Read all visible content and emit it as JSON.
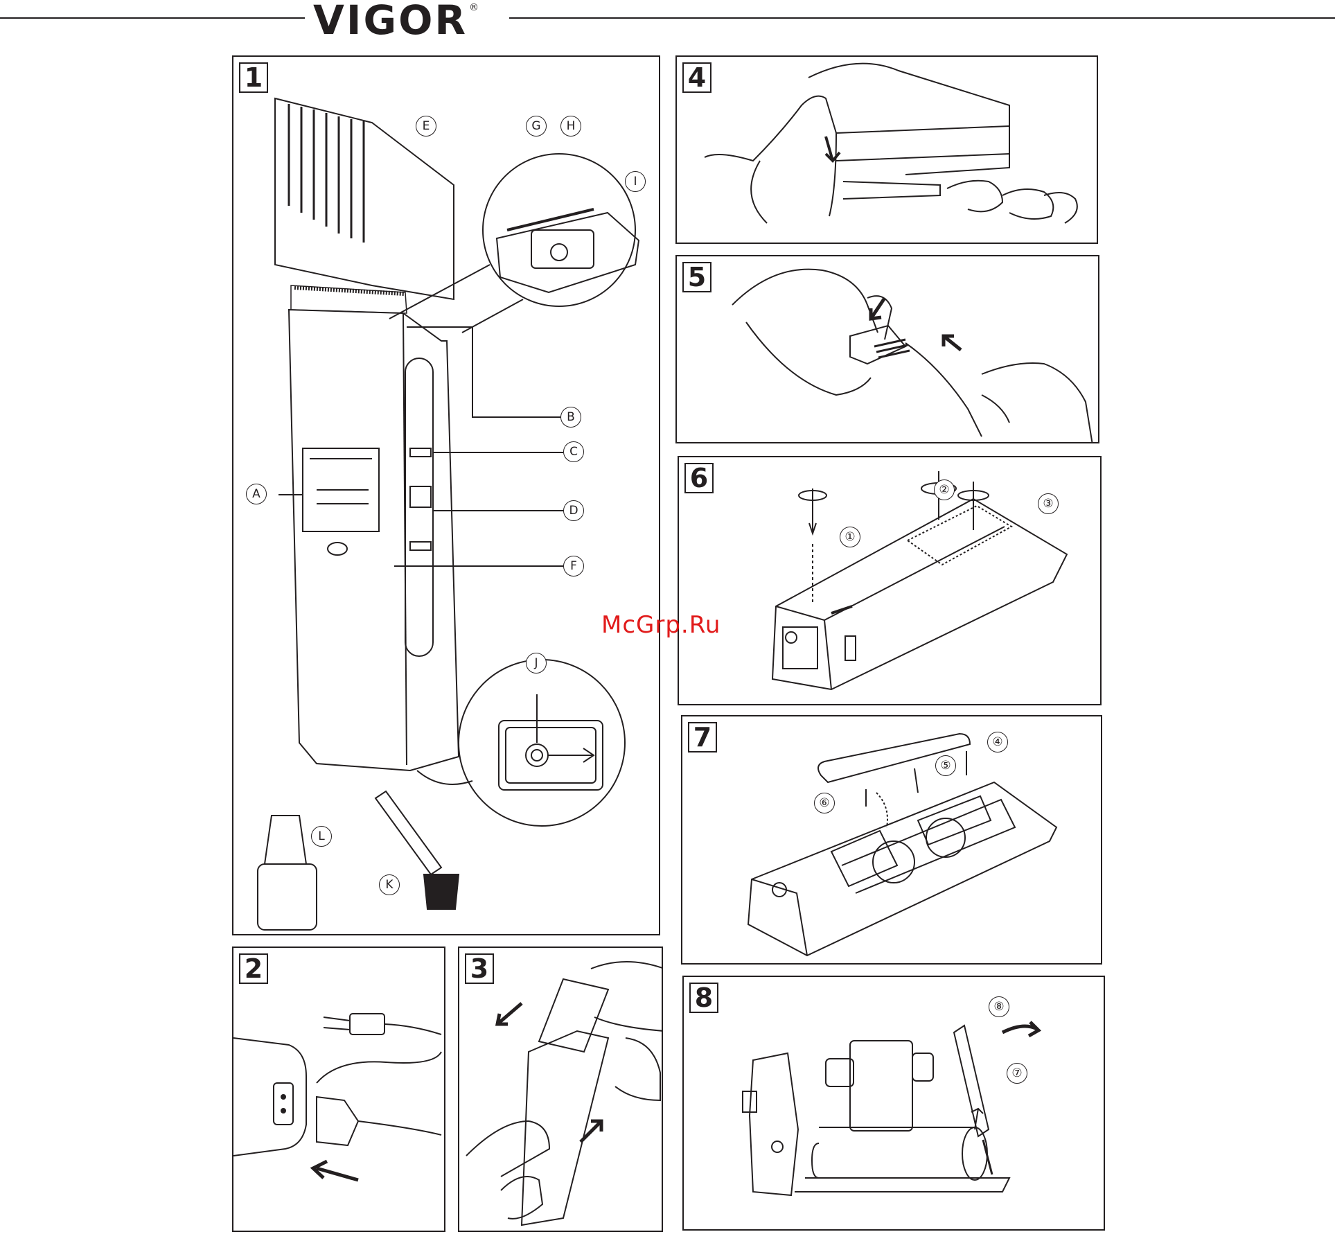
{
  "header": {
    "brand": "VIGOR",
    "registered_mark": "®"
  },
  "watermark": "McGrp.Ru",
  "panels": [
    {
      "number": "1",
      "callouts": [
        "E",
        "G",
        "H",
        "I",
        "B",
        "C",
        "A",
        "D",
        "F",
        "J",
        "L",
        "K"
      ]
    },
    {
      "number": "2"
    },
    {
      "number": "3"
    },
    {
      "number": "4"
    },
    {
      "number": "5"
    },
    {
      "number": "6",
      "callouts": [
        "①",
        "②",
        "③"
      ]
    },
    {
      "number": "7",
      "callouts": [
        "④",
        "⑤",
        "⑥"
      ]
    },
    {
      "number": "8",
      "callouts": [
        "⑧",
        "⑦"
      ]
    }
  ],
  "colors": {
    "ink": "#231f20",
    "watermark": "#e11b1b",
    "paper": "#ffffff"
  }
}
